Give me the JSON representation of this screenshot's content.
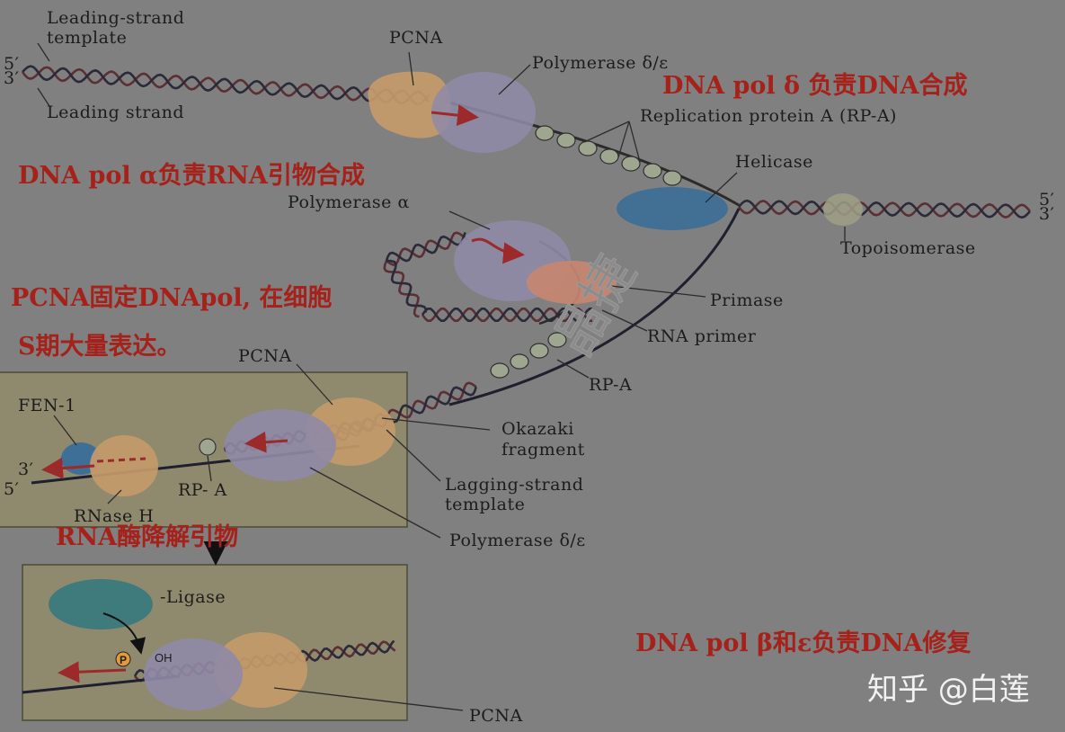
{
  "labels": {
    "leading_template": [
      "Leading-strand",
      "template"
    ],
    "five_prime_tl": "5′",
    "three_prime_tl": "3′",
    "leading_strand": "Leading strand",
    "pcna_top": "PCNA",
    "pol_delta_top": "Polymerase δ/ε",
    "rpa_top": "Replication protein A (RP-A)",
    "helicase": "Helicase",
    "five_prime_r": "5′",
    "three_prime_r": "3′",
    "topoisomerase": "Topoisomerase",
    "pol_alpha": "Polymerase α",
    "primase": "Primase",
    "rna_primer": "RNA primer",
    "rpa_mid": "RP-A",
    "pcna_mid": "PCNA",
    "fen1": "FEN-1",
    "three_prime_l": "3′",
    "five_prime_l": "5′",
    "rpa_box": "RP- A",
    "rnase_h": "RNase H",
    "okazaki": [
      "Okazaki",
      "fragment"
    ],
    "lagging_template": [
      "Lagging-strand",
      "template"
    ],
    "pol_delta_bottom": "Polymerase δ/ε",
    "ligase": "-Ligase",
    "p": "P",
    "oh": "OH",
    "pcna_bottom": "PCNA"
  },
  "annotations": {
    "pol_delta": "DNA pol δ 负责DNA合成",
    "pol_alpha": "DNA pol α负责RNA引物合成",
    "pcna": [
      "PCNA固定DNApol, 在细胞",
      "S期大量表达。"
    ],
    "rnase": "RNA酶降解引物",
    "pol_beta": "DNA pol β和ε负责DNA修复"
  },
  "watermark": "知乎 @白莲",
  "stamp": "晶捷",
  "colors": {
    "background": "#808080",
    "annotation": "#a5211a",
    "pcna": "#c49a6a",
    "polymerase": "#8f8aa6",
    "helicase": "#3e6f96",
    "primase": "#c78770",
    "ligase": "#3f7a7c",
    "inset_box": "#8f8a6e"
  }
}
